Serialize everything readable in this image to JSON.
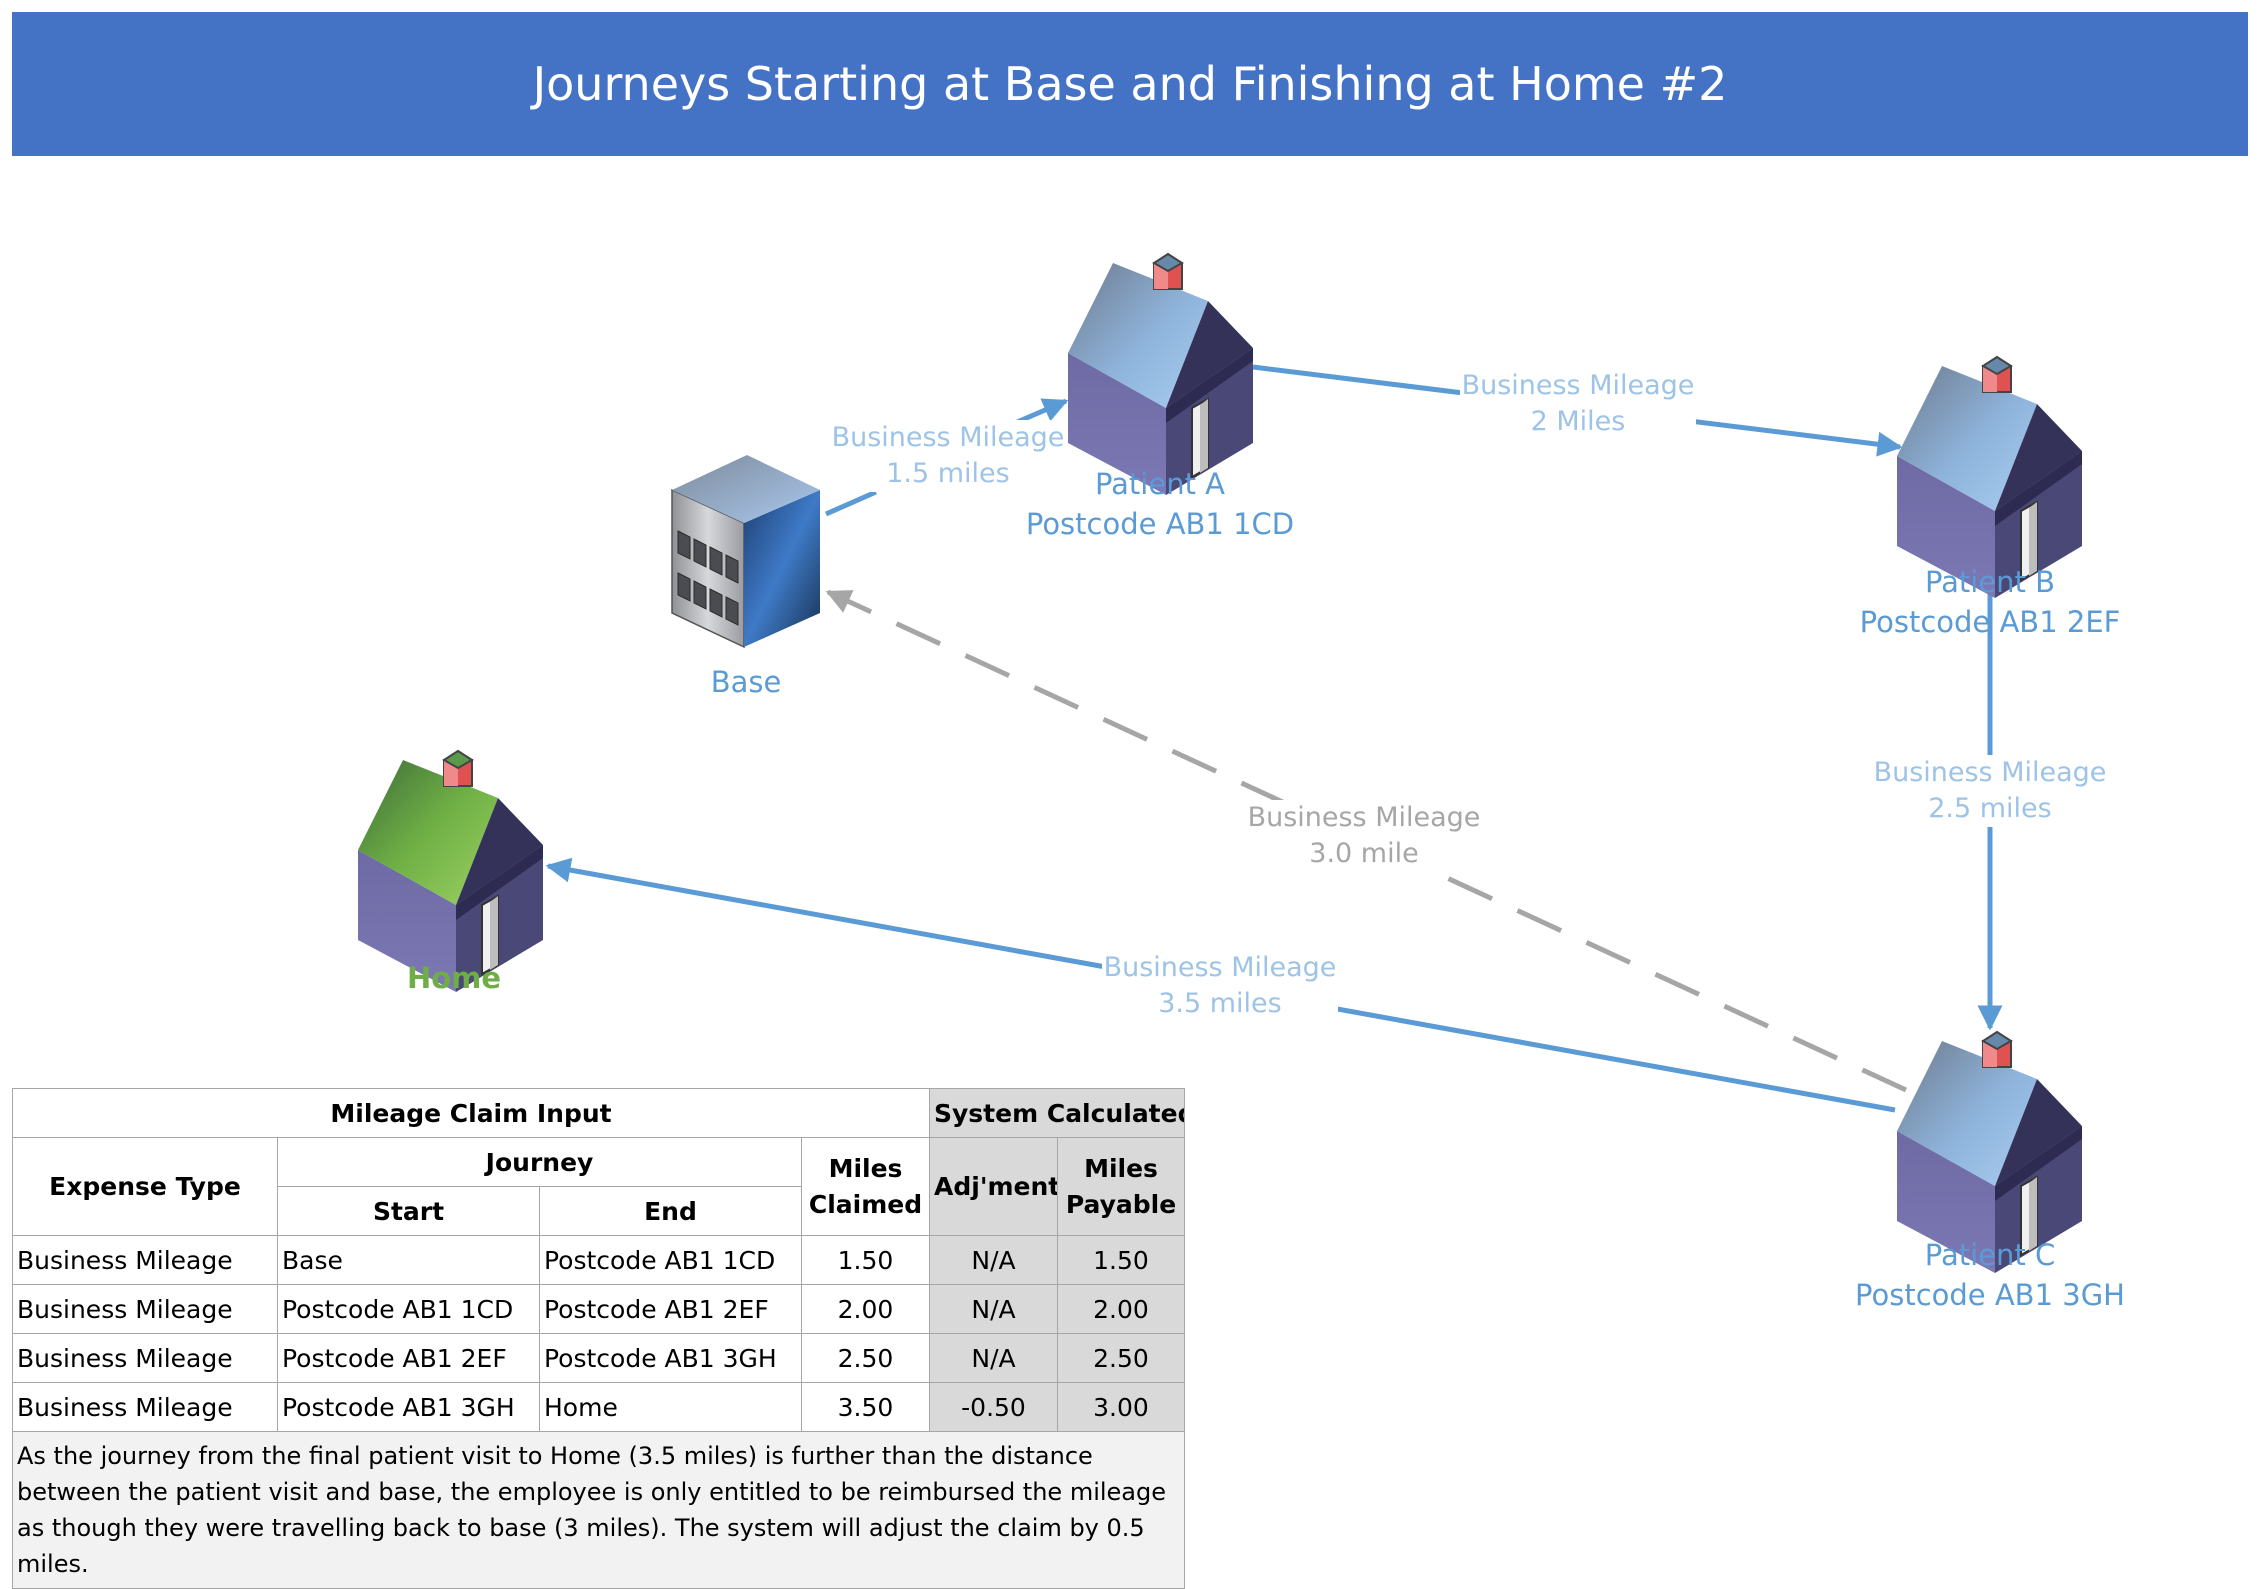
{
  "title": "Journeys Starting at Base and Finishing at Home #2",
  "colors": {
    "banner": "#4472C4",
    "node_label": "#5B9BD5",
    "home_label": "#70AD47",
    "route_arrow": "#5B9BD5",
    "route_label": "#9DC3E6",
    "return_dashed": "#A6A6A6",
    "system_cells": "#D9D9D9"
  },
  "nodes": {
    "base": {
      "label": "Base",
      "icon": "office-building-icon"
    },
    "patient_a": {
      "name": "Patient A",
      "postcode": "Postcode AB1 1CD",
      "icon": "house-icon"
    },
    "patient_b": {
      "name": "Patient B",
      "postcode": "Postcode AB1 2EF",
      "icon": "house-icon"
    },
    "patient_c": {
      "name": "Patient C",
      "postcode": "Postcode AB1 3GH",
      "icon": "house-icon"
    },
    "home": {
      "label": "Home",
      "icon": "green-roof-house-icon"
    }
  },
  "edges": {
    "base_to_a": {
      "line1": "Business Mileage",
      "line2": "1.5 miles"
    },
    "a_to_b": {
      "line1": "Business Mileage",
      "line2": "2 Miles"
    },
    "b_to_c": {
      "line1": "Business Mileage",
      "line2": "2.5 miles"
    },
    "c_to_base": {
      "line1": "Business Mileage",
      "line2": "3.0 mile"
    },
    "c_to_home": {
      "line1": "Business Mileage",
      "line2": "3.5 miles"
    }
  },
  "table": {
    "group_input": "Mileage Claim Input",
    "group_system": "System Calculated",
    "col_expense": "Expense Type",
    "col_journey": "Journey",
    "col_start": "Start",
    "col_end": "End",
    "col_claimed_1": "Miles",
    "col_claimed_2": "Claimed",
    "col_adj": "Adj'ment",
    "col_payable_1": "Miles",
    "col_payable_2": "Payable",
    "rows": [
      {
        "type": "Business Mileage",
        "start": "Base",
        "end": "Postcode AB1 1CD",
        "claimed": "1.50",
        "adj": "N/A",
        "payable": "1.50"
      },
      {
        "type": "Business Mileage",
        "start": "Postcode AB1 1CD",
        "end": "Postcode AB1 2EF",
        "claimed": "2.00",
        "adj": "N/A",
        "payable": "2.00"
      },
      {
        "type": "Business Mileage",
        "start": "Postcode AB1 2EF",
        "end": "Postcode AB1 3GH",
        "claimed": "2.50",
        "adj": "N/A",
        "payable": "2.50"
      },
      {
        "type": "Business Mileage",
        "start": "Postcode AB1 3GH",
        "end": "Home",
        "claimed": "3.50",
        "adj": "-0.50",
        "payable": "3.00"
      }
    ],
    "note": "As the journey from the final patient visit to Home (3.5 miles) is further than the distance between the patient visit and base, the employee is only entitled to be reimbursed the mileage as though they were travelling back to base (3 miles).  The system will adjust the claim by 0.5 miles."
  }
}
